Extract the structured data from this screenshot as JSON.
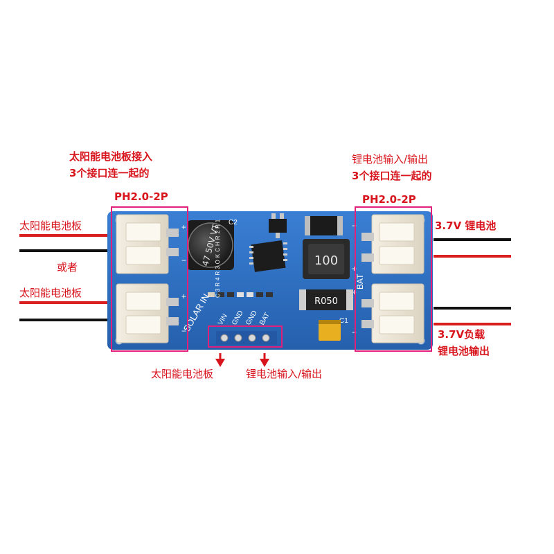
{
  "annotations": {
    "solar_panel_connect": "太阳能电池板接入",
    "three_ports_connected_num": "3",
    "three_ports_connected_text": "个接口连一起的",
    "ph_left": "PH2.0-2P",
    "solar_panel_top": "太阳能电池板",
    "or": "或者",
    "solar_panel_bottom": "太阳能电池板",
    "lithium_io_top": "锂电池输入/输出",
    "three_ports_connected_right_num": "3",
    "three_ports_connected_right_text": "个接口连一起的",
    "ph_right": "PH2.0-2P",
    "battery_37v": "3.7V 锂电池",
    "load_37v": "3.7V负载",
    "battery_output": "锂电池输出",
    "bottom_solar": "太阳能电池板",
    "bottom_lithium": "锂电池输入/输出"
  },
  "board_labels": {
    "solar_in": "SOLAR IN",
    "bat": "BAT",
    "capacitor": "47 50V VT",
    "inductor": "100",
    "resistor": "R050",
    "c2": "C2",
    "c1": "C1",
    "pins": [
      "VIN",
      "GND",
      "GND",
      "BAT"
    ],
    "small_labels": [
      "C3",
      "R4",
      "R3",
      "OK",
      "CH",
      "R2",
      "R1"
    ]
  },
  "colors": {
    "board": "#2f6fc2",
    "annotation": "#d8141c",
    "frame": "#e0207a"
  }
}
